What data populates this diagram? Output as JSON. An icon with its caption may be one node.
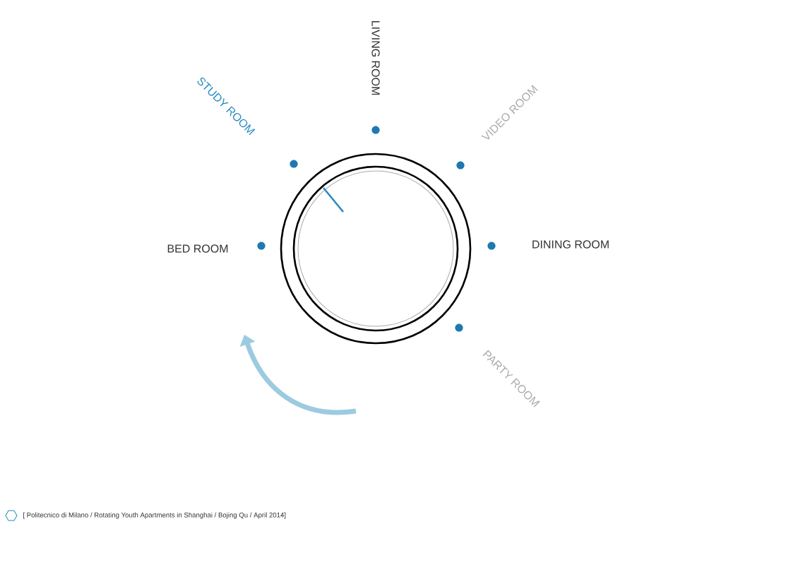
{
  "diagram": {
    "caption": "[ Politecnico di Milano / Rotating Youth Apartments in Shanghai / Bojing Qu / April 2014]",
    "labels": [
      "LIVING ROOM",
      "STUDY ROOM",
      "VIDEO ROOM",
      "BED ROOM",
      "DINING ROOM",
      "PARTY ROOM"
    ]
  }
}
